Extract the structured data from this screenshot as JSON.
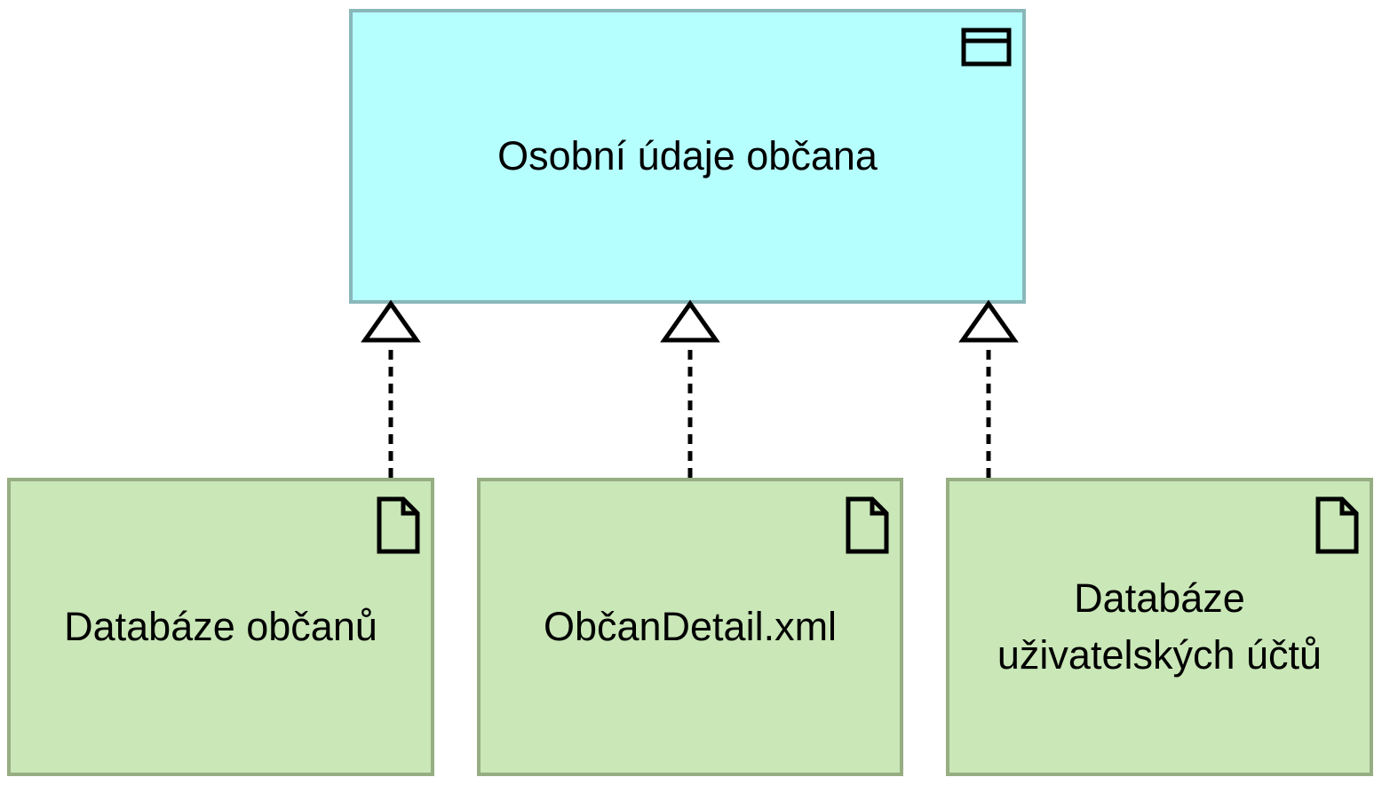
{
  "diagram": {
    "business_object": {
      "label": "Osobní údaje občana",
      "type_icon": "business-object-icon"
    },
    "artifacts": [
      {
        "label": "Databáze občanů",
        "type_icon": "document-icon"
      },
      {
        "label": "ObčanDetail.xml",
        "type_icon": "document-icon"
      },
      {
        "label": "Databáze\nuživatelských účtů",
        "type_icon": "document-icon"
      }
    ],
    "relationships": [
      {
        "type": "realization",
        "from": "Databáze občanů",
        "to": "Osobní údaje občana"
      },
      {
        "type": "realization",
        "from": "ObčanDetail.xml",
        "to": "Osobní údaje občana"
      },
      {
        "type": "realization",
        "from": "Databáze uživatelských účtů",
        "to": "Osobní údaje občana"
      }
    ],
    "colors": {
      "application_fill": "#b5ffff",
      "application_border": "#89b7ba",
      "artifact_fill": "#c9e7b7",
      "artifact_border": "#97ad82",
      "line": "#000000"
    }
  }
}
